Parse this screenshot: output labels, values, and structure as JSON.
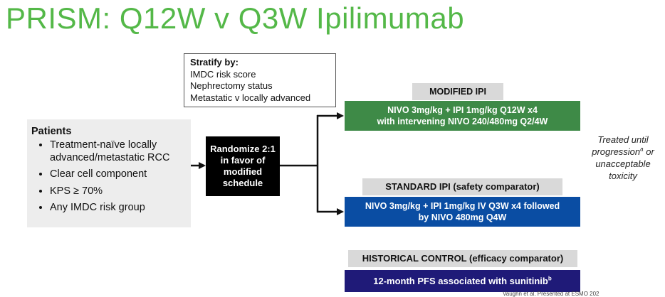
{
  "title": "PRISM: Q12W v Q3W Ipilimumab",
  "stratify": {
    "heading": "Stratify by",
    "items": [
      "IMDC risk score",
      "Nephrectomy status",
      "Metastatic v locally advanced"
    ]
  },
  "patients": {
    "heading": "Patients",
    "items": [
      "Treatment-naïve locally advanced/metastatic RCC",
      "Clear cell component",
      "KPS ≥ 70%",
      "Any IMDC risk group"
    ]
  },
  "randomize": [
    "Randomize 2:1",
    "in favor of",
    "modified",
    "schedule"
  ],
  "modified_arm": {
    "label": "MODIFIED IPI",
    "lines": [
      "NIVO 3mg/kg + IPI 1mg/kg Q12W x4",
      "with intervening NIVO 240/480mg Q2/4W"
    ]
  },
  "standard_arm": {
    "label": "STANDARD IPI  (safety comparator)",
    "lines": [
      "NIVO 3mg/kg + IPI 1mg/kg IV Q3W x4 followed",
      "by NIVO 480mg Q4W"
    ]
  },
  "historical": {
    "label": "HISTORICAL CONTROL (efficacy comparator)",
    "text": "12-month PFS associated with sunitinib",
    "sup": "b"
  },
  "treated": {
    "line1": "Treated until",
    "line2": "progression",
    "sup": "a",
    "line2_tail": " or",
    "line3": "unacceptable",
    "line4": "toxicity"
  },
  "footer": "Vaughn et al. Presented at ESMO 202",
  "colors": {
    "title": "#54b848",
    "modified_fill": "#3e8a47",
    "standard_fill": "#0a4da3",
    "historical_fill": "#1f1a78",
    "label_fill": "#d9d9d9",
    "patients_fill": "#ededed"
  }
}
